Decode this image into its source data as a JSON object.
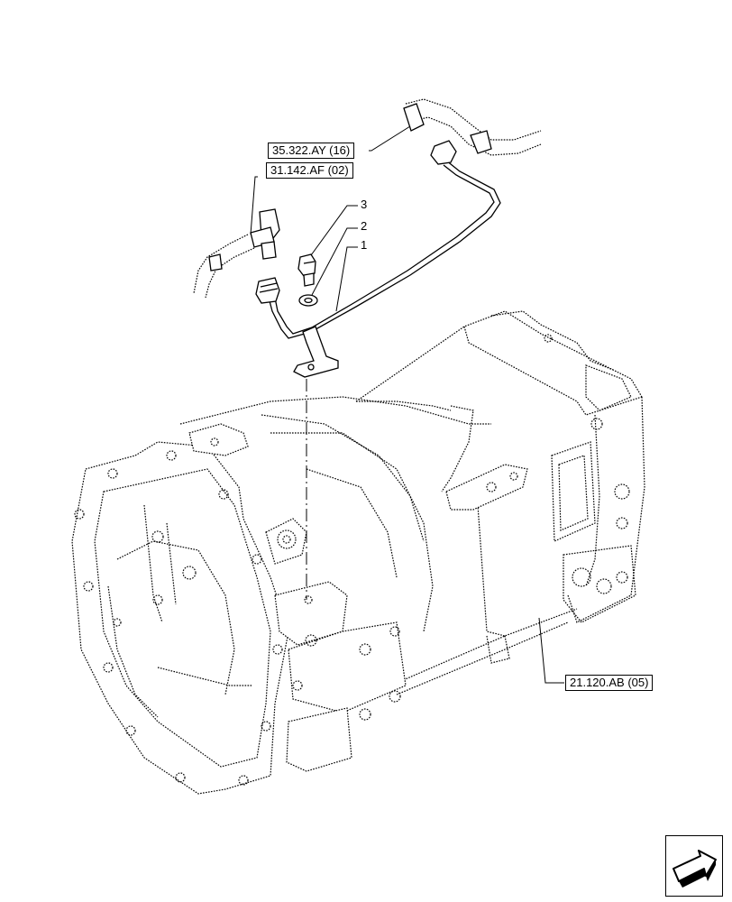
{
  "references": {
    "hydraulic_ref": "35.322.AY (16)",
    "fitting_ref": "31.142.AF (02)",
    "housing_ref": "21.120.AB (05)"
  },
  "callouts": {
    "item_3": "3",
    "item_2": "2",
    "item_1": "1"
  },
  "icons": {
    "navigation": "arrow-navigation-icon"
  }
}
